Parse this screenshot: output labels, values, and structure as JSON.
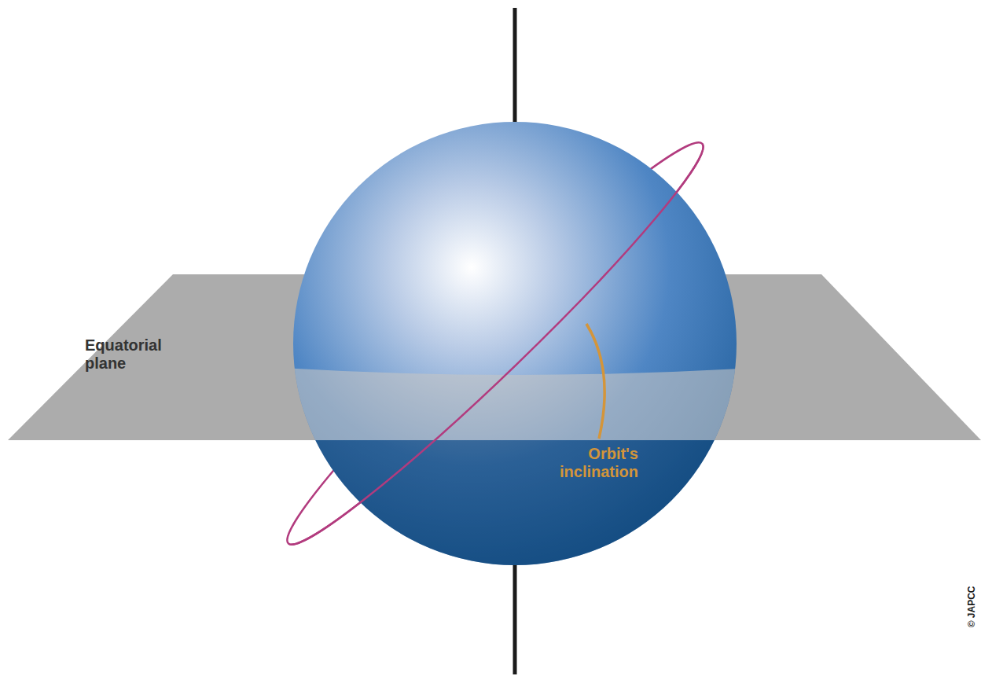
{
  "diagram": {
    "labels": [
      "Equatorial plane",
      "Orbit's inclination",
      "© JAPCC"
    ]
  }
}
